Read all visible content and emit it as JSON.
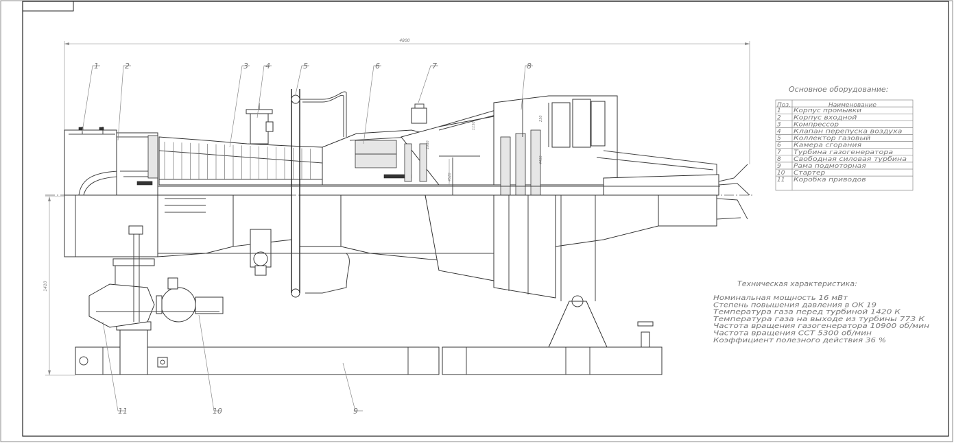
{
  "drawing": {
    "overall_dimension": "4800",
    "height_dimension": "1410",
    "inner_dims": [
      "1150",
      "4520",
      "230",
      "4400",
      "2080"
    ],
    "positions": [
      "1",
      "2",
      "3",
      "4",
      "5",
      "6",
      "7",
      "8",
      "9",
      "10",
      "11"
    ]
  },
  "equipment_table": {
    "title": "Основное оборудование:",
    "headers": [
      "Поз.",
      "Наименование"
    ],
    "rows": [
      [
        "1",
        "Корпус промывки"
      ],
      [
        "2",
        "Корпус входной"
      ],
      [
        "3",
        "Компрессор"
      ],
      [
        "4",
        "Клапан перепуска воздуха"
      ],
      [
        "5",
        "Коллектор газовый"
      ],
      [
        "6",
        "Камера сгорания"
      ],
      [
        "7",
        "Турбина газогенератора"
      ],
      [
        "8",
        "Свободная силовая турбина"
      ],
      [
        "9",
        "Рама подмоторная"
      ],
      [
        "10",
        "Стартер"
      ],
      [
        "11",
        "Коробка приводов"
      ]
    ]
  },
  "tech_spec": {
    "title": "Техническая характеристика:",
    "lines": [
      "Номинальная мощность 16  мВт",
      "Степень повышения давления в ОК 19",
      "Температура газа перед турбиной 1420  К",
      "Температура газа на выходе из турбины 773  К",
      "Частота вращения газогенератора 10900  об/мин",
      "Частота вращения ССТ 5300  об/мин",
      "Коэффициент полезного действия 36  %"
    ]
  }
}
